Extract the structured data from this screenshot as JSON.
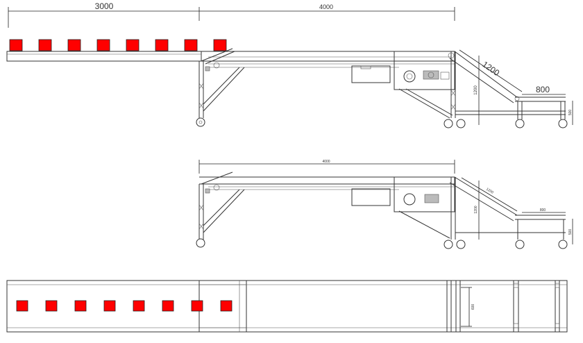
{
  "view1": {
    "dim_top_left": "3000",
    "dim_top_right": "4000",
    "dim_incline": "1200",
    "dim_tail": "800",
    "dim_height": "1200",
    "dim_tail_height": "500"
  },
  "view2": {
    "dim_overall": "4000",
    "dim_incline": "1200",
    "dim_height": "1200",
    "dim_tail": "800",
    "dim_tail_height": "500"
  },
  "view3": {
    "dim_width": "600"
  },
  "colors": {
    "box": "#ff0000",
    "line": "#333333"
  }
}
